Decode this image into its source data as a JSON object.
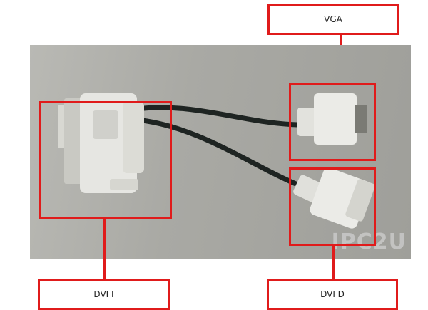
{
  "labels": {
    "vga": "VGA",
    "dvi_i": "DVI I",
    "dvi_d": "DVI D"
  },
  "watermark": "IPC2U",
  "colors": {
    "highlight": "#e01b1b",
    "photo_bg": "#a9a9a4",
    "connector_body": "#e4e4e0",
    "cable": "#1e2422"
  }
}
